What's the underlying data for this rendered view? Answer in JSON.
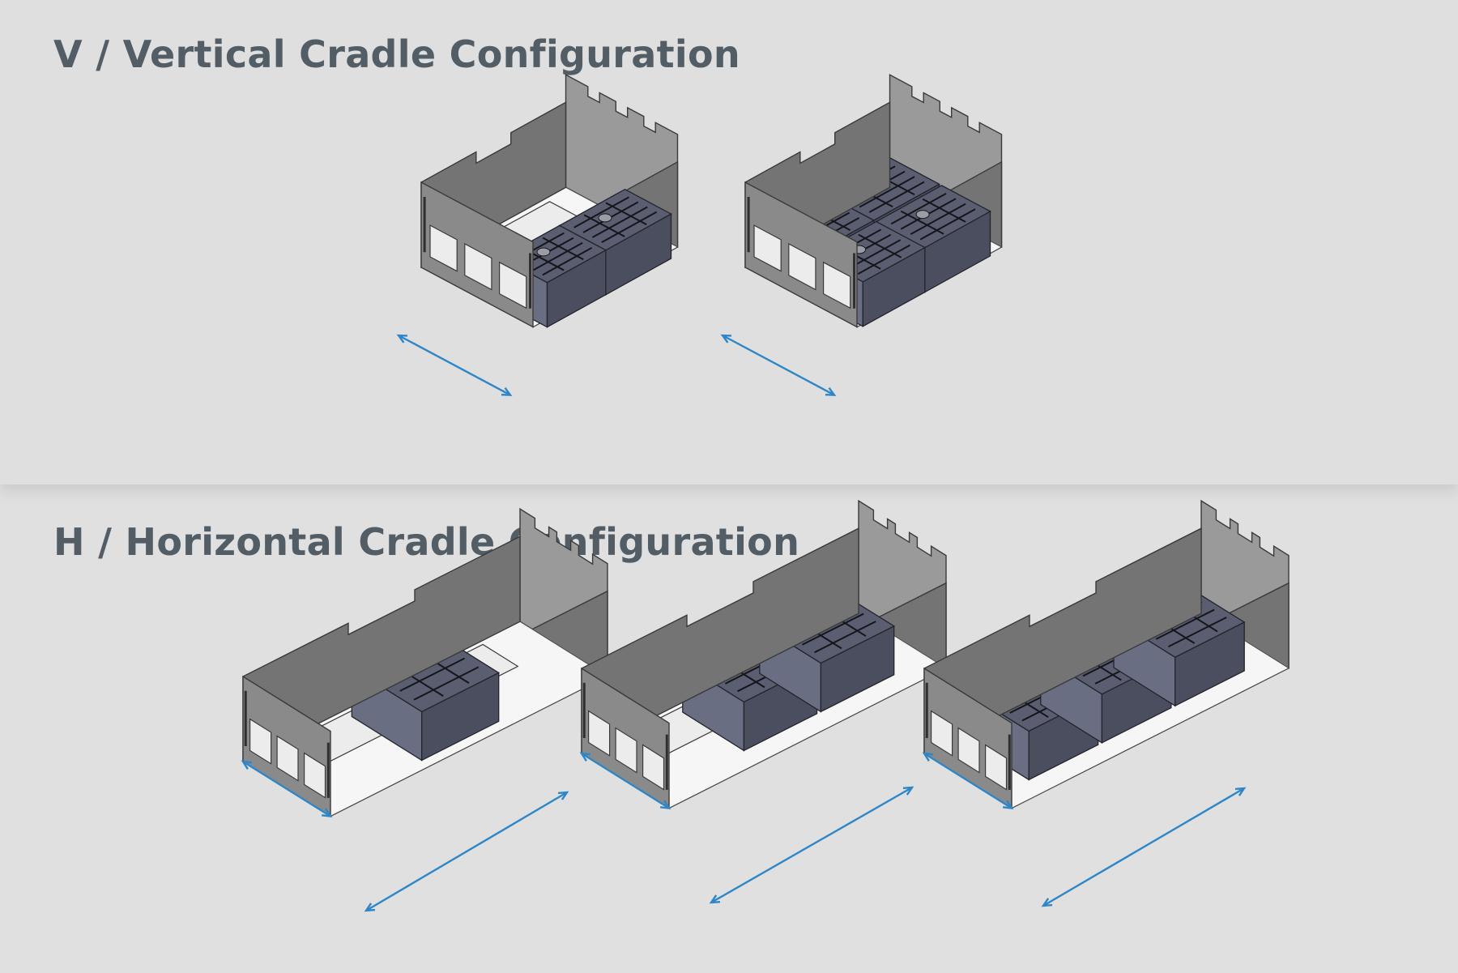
{
  "sections": [
    {
      "title": "V / Vertical Cradle Configuration",
      "cradles": [
        {
          "modules": 2
        },
        {
          "modules": 4
        }
      ]
    },
    {
      "title": "H / Horizontal Cradle Configuration",
      "cradles": [
        {
          "modules": 1
        },
        {
          "modules": 2
        },
        {
          "modules": 3
        }
      ]
    }
  ],
  "colors": {
    "background": "#e0e0e0",
    "title_text": "#535d66",
    "cradle_steel": "#8a8a8a",
    "module_body": "#5a5e70",
    "dimension_arrow": "#2e86c8"
  },
  "icons": [
    "cradle-enclosure-illustration",
    "battery-module-illustration",
    "dimension-arrow"
  ]
}
